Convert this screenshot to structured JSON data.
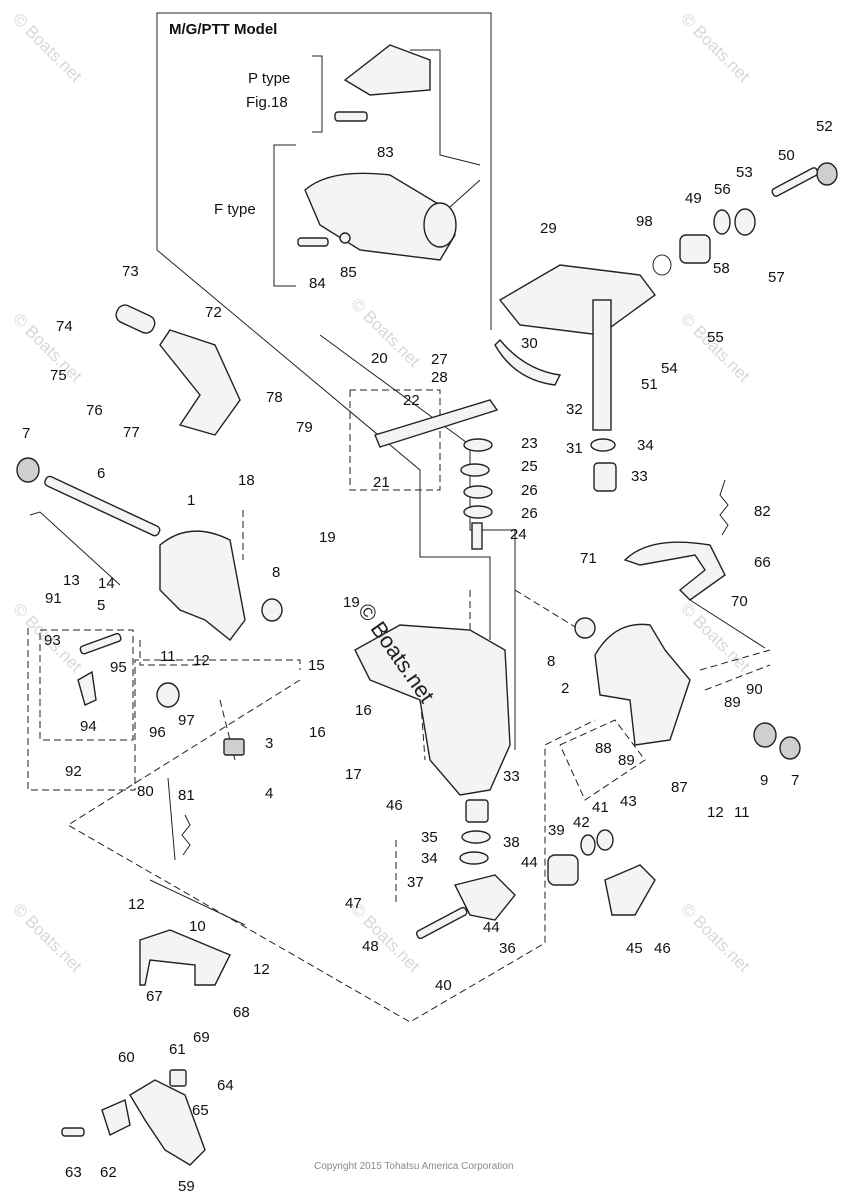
{
  "model_title": "M/G/PTT Model",
  "p_type_label": "P type",
  "fig_label": "Fig.18",
  "f_type_label": "F type",
  "center_watermark": "© Boats.net",
  "corner_watermark": "© Boats.net",
  "copyright": "Copyright 2015 Tohatsu America Corporation",
  "callouts": [
    "1",
    "2",
    "3",
    "4",
    "5",
    "6",
    "7",
    "7",
    "8",
    "8",
    "9",
    "10",
    "11",
    "11",
    "12",
    "12",
    "12",
    "12",
    "12",
    "13",
    "14",
    "15",
    "16",
    "16",
    "17",
    "18",
    "19",
    "19",
    "20",
    "21",
    "22",
    "23",
    "24",
    "25",
    "26",
    "26",
    "27",
    "28",
    "29",
    "30",
    "31",
    "32",
    "33",
    "33",
    "34",
    "34",
    "35",
    "36",
    "37",
    "38",
    "39",
    "40",
    "41",
    "42",
    "43",
    "44",
    "44",
    "45",
    "46",
    "46",
    "47",
    "48",
    "49",
    "50",
    "51",
    "52",
    "53",
    "54",
    "55",
    "56",
    "57",
    "58",
    "59",
    "60",
    "61",
    "62",
    "63",
    "64",
    "65",
    "66",
    "67",
    "68",
    "69",
    "70",
    "71",
    "72",
    "73",
    "74",
    "75",
    "76",
    "77",
    "78",
    "79",
    "80",
    "81",
    "82",
    "83",
    "84",
    "85",
    "87",
    "88",
    "89",
    "89",
    "90",
    "91",
    "92",
    "93",
    "94",
    "95",
    "96",
    "97",
    "98"
  ]
}
